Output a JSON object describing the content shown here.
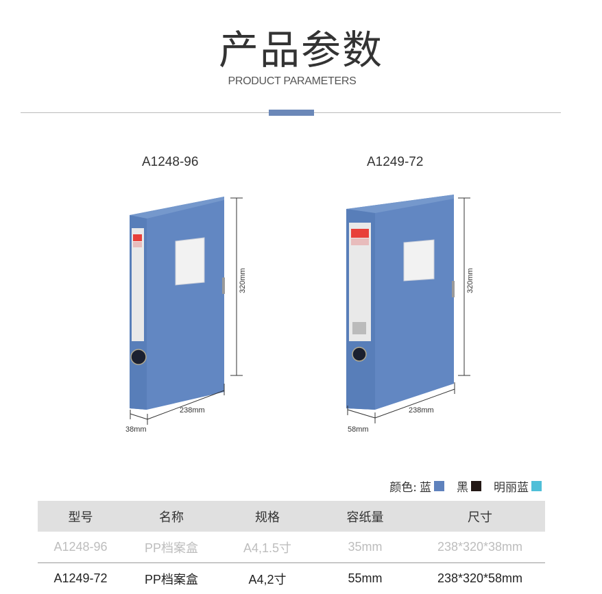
{
  "header": {
    "title": "产品参数",
    "subtitle": "PRODUCT PARAMETERS"
  },
  "products": [
    {
      "model": "A1248-96",
      "height_label": "320mm",
      "width_label": "238mm",
      "depth_label": "38mm"
    },
    {
      "model": "A1249-72",
      "height_label": "320mm",
      "width_label": "238mm",
      "depth_label": "58mm"
    }
  ],
  "colors": {
    "label": "颜色:",
    "options": [
      {
        "name": "蓝",
        "hex": "#5f82bd"
      },
      {
        "name": "黑",
        "hex": "#231815"
      },
      {
        "name": "明丽蓝",
        "hex": "#4fbfd8"
      }
    ]
  },
  "table": {
    "headers": [
      "型号",
      "名称",
      "规格",
      "容纸量",
      "尺寸"
    ],
    "rows": [
      [
        "A1248-96",
        "PP档案盒",
        "A4,1.5寸",
        "35mm",
        "238*320*38mm"
      ],
      [
        "A1249-72",
        "PP档案盒",
        "A4,2寸",
        "55mm",
        "238*320*58mm"
      ]
    ]
  }
}
